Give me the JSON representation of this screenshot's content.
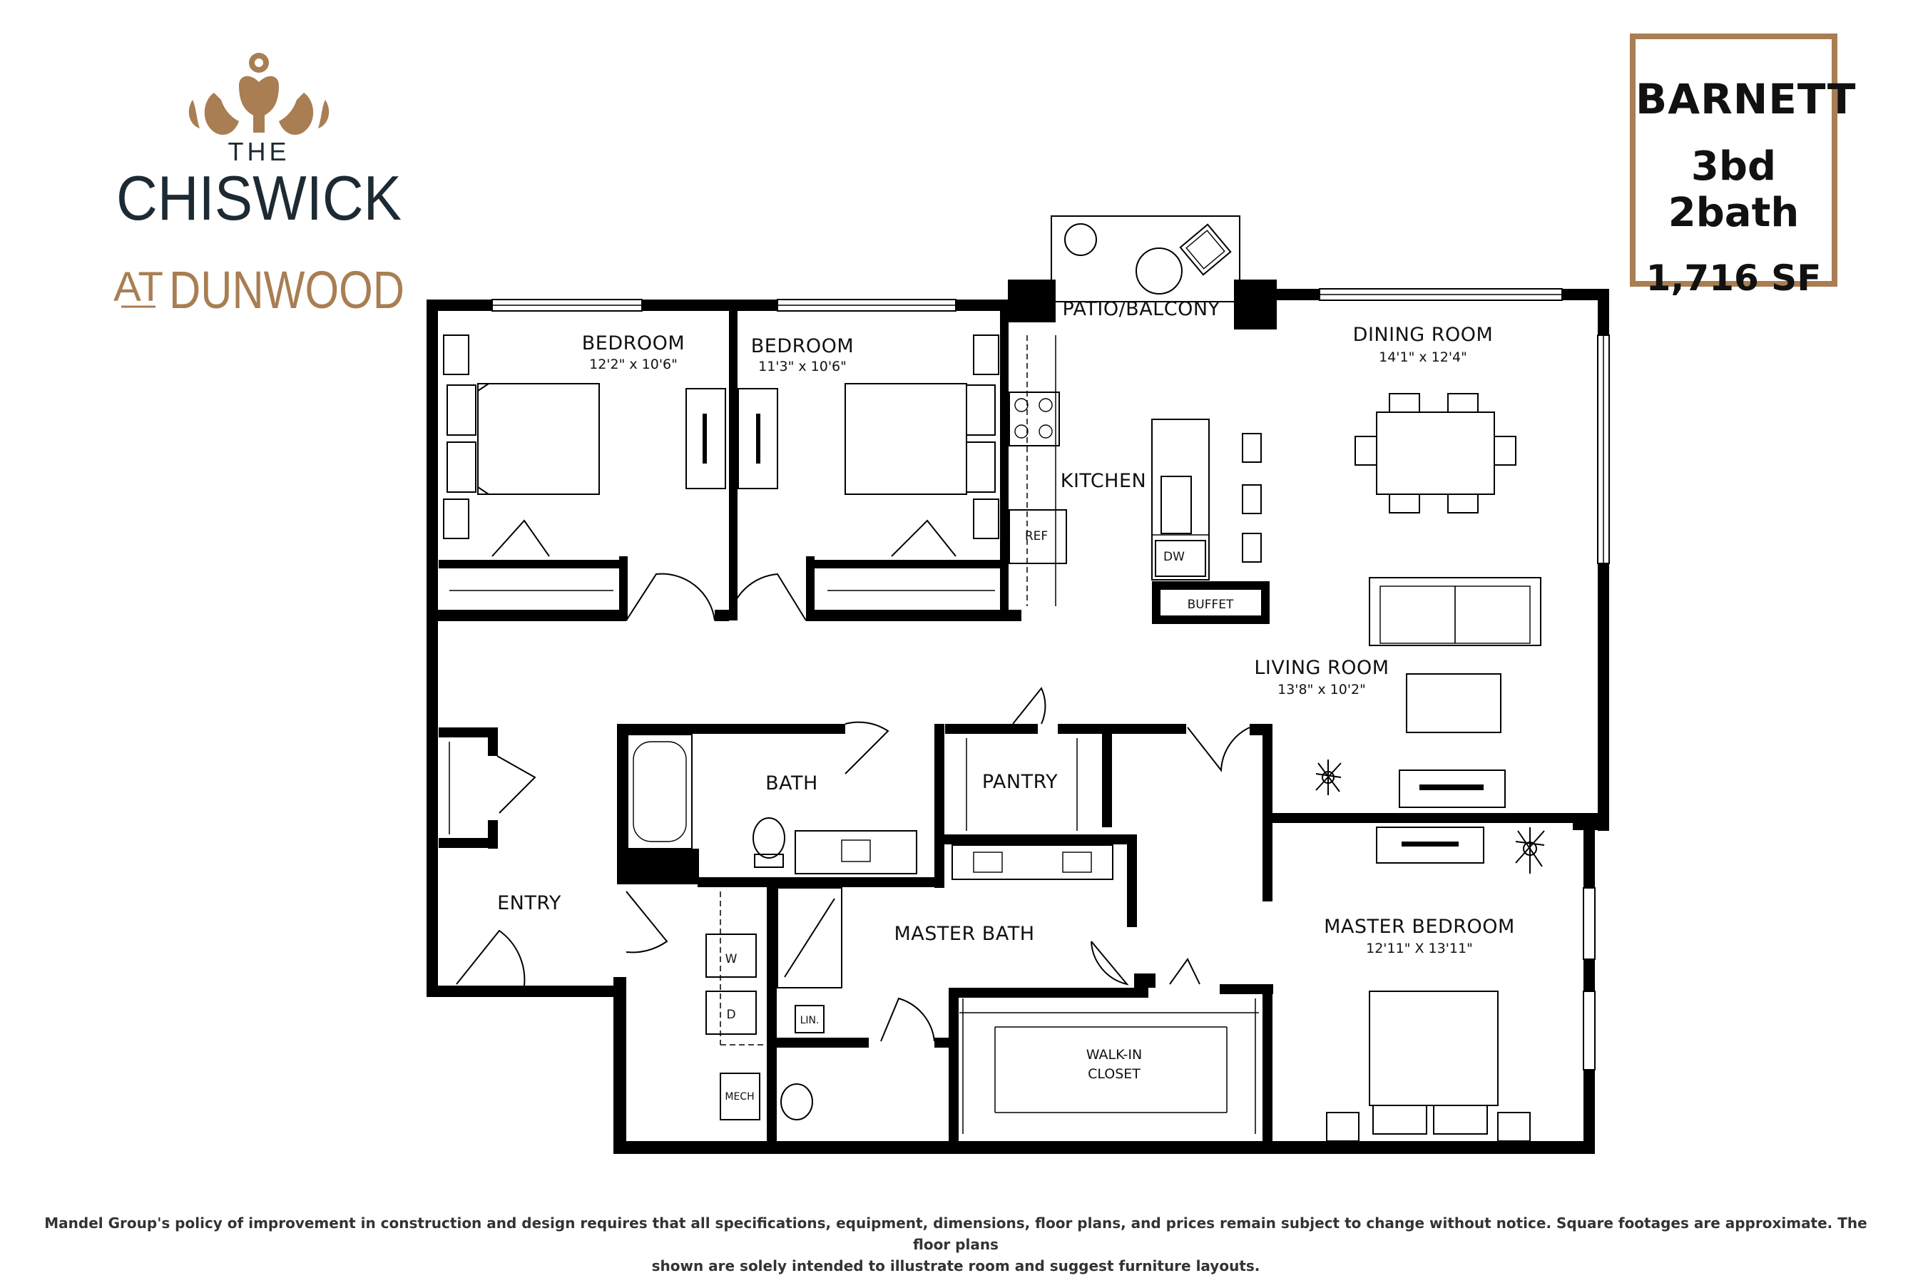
{
  "brand": {
    "the": "THE",
    "name": "CHISWICK",
    "at": "AT",
    "location": "DUNWOOD",
    "color": "#a87e52",
    "name_color": "#1d2a33"
  },
  "unit": {
    "name": "BARNETT",
    "beds_baths": "3bd 2bath",
    "area": "1,716 SF"
  },
  "rooms": {
    "bedroom1": {
      "label": "BEDROOM",
      "dims": "12'2\" x 10'6\""
    },
    "bedroom2": {
      "label": "BEDROOM",
      "dims": "11'3\" x 10'6\""
    },
    "patio": {
      "label": "PATIO/BALCONY"
    },
    "dining": {
      "label": "DINING ROOM",
      "dims": "14'1\" x 12'4\""
    },
    "kitchen": {
      "label": "KITCHEN"
    },
    "living": {
      "label": "LIVING ROOM",
      "dims": "13'8\" x 10'2\""
    },
    "bath": {
      "label": "BATH"
    },
    "pantry": {
      "label": "PANTRY"
    },
    "entry": {
      "label": "ENTRY"
    },
    "master_bath": {
      "label": "MASTER BATH"
    },
    "master_bedroom": {
      "label": "MASTER BEDROOM",
      "dims": "12'11\" X 13'11\""
    },
    "walkin_closet": {
      "label1": "WALK-IN",
      "label2": "CLOSET"
    }
  },
  "fixtures": {
    "ref": "REF",
    "dw": "DW",
    "buffet": "BUFFET",
    "washer": "W",
    "dryer": "D",
    "linen": "LIN.",
    "mech": "MECH"
  },
  "disclaimer": {
    "line1": "Mandel Group's policy of improvement in construction and design requires that all specifications, equipment, dimensions, floor plans, and prices remain subject to change without notice. Square footages are approximate. The floor plans",
    "line2": "shown are solely intended to illustrate room and suggest furniture layouts."
  },
  "colors": {
    "accent": "#a87e52",
    "wall": "#000000",
    "text": "#111111"
  }
}
